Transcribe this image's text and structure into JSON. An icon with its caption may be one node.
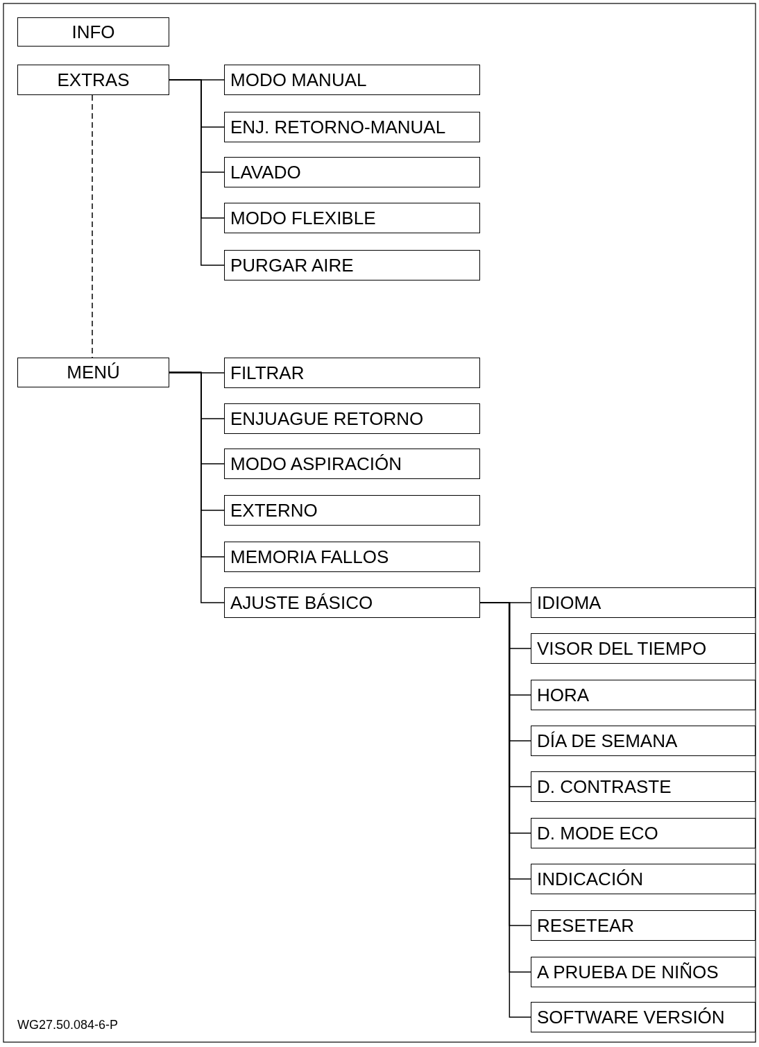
{
  "diagram": {
    "nodes": [
      {
        "text": [
          "INFO"
        ]
      },
      {
        "text": [
          "EXTRAS"
        ]
      },
      {
        "text": [
          "MODO MANUAL"
        ]
      },
      {
        "text": [
          "ENJ. RETORNO-MANUAL"
        ]
      },
      {
        "text": [
          "LAVADO"
        ]
      },
      {
        "text": [
          "MODO FLEXIBLE"
        ]
      },
      {
        "text": [
          "PURGAR AIRE"
        ]
      },
      {
        "text": [
          "MENÚ"
        ]
      },
      {
        "text": [
          "FILTRAR"
        ]
      },
      {
        "text": [
          "ENJUAGUE RETORNO"
        ]
      },
      {
        "text": [
          "MODO ASPIRACIÓN"
        ]
      },
      {
        "text": [
          "EXTERNO"
        ]
      },
      {
        "text": [
          "MEMORIA FALLOS"
        ]
      },
      {
        "text": [
          "AJUSTE BÁSICO"
        ]
      },
      {
        "text": [
          "IDIOMA"
        ]
      },
      {
        "text": [
          "VISOR DEL TIEMPO"
        ]
      },
      {
        "text": [
          "HORA"
        ]
      },
      {
        "text": [
          "DÍA DE SEMANA"
        ]
      },
      {
        "text": [
          "D. CONTRASTE"
        ]
      },
      {
        "text": [
          "D. MODE ECO"
        ]
      },
      {
        "text": [
          "INDICACIÓN"
        ]
      },
      {
        "text": [
          "RESETEAR"
        ]
      },
      {
        "text": [
          "A PRUEBA DE NIÑOS"
        ]
      },
      {
        "text": [
          "SOFTWARE VERSIÓN"
        ]
      }
    ],
    "edges": [
      {
        "from": 1,
        "to": 2,
        "arrow": "none"
      },
      {
        "from": 1,
        "to": 3,
        "arrow": "none"
      },
      {
        "from": 1,
        "to": 4,
        "arrow": "none"
      },
      {
        "from": 1,
        "to": 5,
        "arrow": "none"
      },
      {
        "from": 1,
        "to": 6,
        "arrow": "none"
      },
      {
        "from": 1,
        "to": 7,
        "arrow": "none",
        "style": "dashed"
      },
      {
        "from": 7,
        "to": 8,
        "arrow": "none"
      },
      {
        "from": 7,
        "to": 9,
        "arrow": "none"
      },
      {
        "from": 7,
        "to": 10,
        "arrow": "none"
      },
      {
        "from": 7,
        "to": 11,
        "arrow": "none"
      },
      {
        "from": 7,
        "to": 12,
        "arrow": "none"
      },
      {
        "from": 7,
        "to": 13,
        "arrow": "none"
      },
      {
        "from": 13,
        "to": 14,
        "arrow": "none"
      },
      {
        "from": 13,
        "to": 15,
        "arrow": "none"
      },
      {
        "from": 13,
        "to": 16,
        "arrow": "none"
      },
      {
        "from": 13,
        "to": 17,
        "arrow": "none"
      },
      {
        "from": 13,
        "to": 18,
        "arrow": "none"
      },
      {
        "from": 13,
        "to": 19,
        "arrow": "none"
      },
      {
        "from": 13,
        "to": 20,
        "arrow": "none"
      },
      {
        "from": 13,
        "to": 21,
        "arrow": "none"
      },
      {
        "from": 13,
        "to": 22,
        "arrow": "none"
      },
      {
        "from": 13,
        "to": 23,
        "arrow": "none"
      }
    ],
    "labels": [
      "WG27.50.084-6-P"
    ]
  }
}
